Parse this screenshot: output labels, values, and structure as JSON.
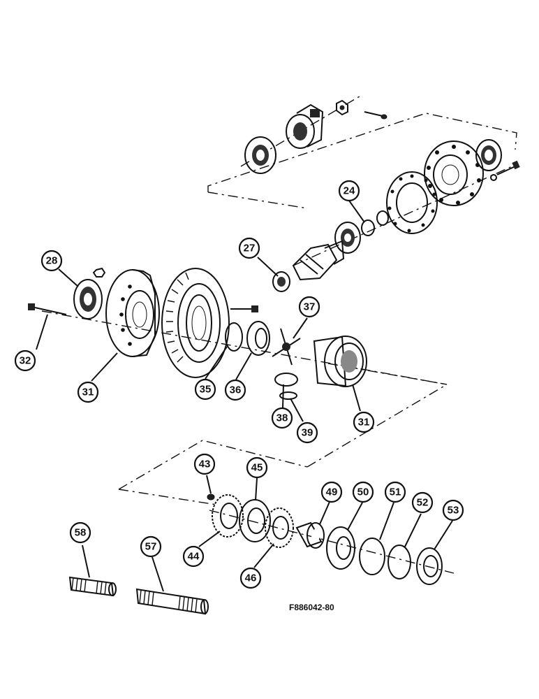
{
  "figure_reference": "F886042-80",
  "callouts": [
    {
      "id": "c24",
      "label": "24"
    },
    {
      "id": "c27",
      "label": "27"
    },
    {
      "id": "c28",
      "label": "28"
    },
    {
      "id": "c32",
      "label": "32"
    },
    {
      "id": "c31a",
      "label": "31"
    },
    {
      "id": "c35",
      "label": "35"
    },
    {
      "id": "c36",
      "label": "36"
    },
    {
      "id": "c37",
      "label": "37"
    },
    {
      "id": "c38",
      "label": "38"
    },
    {
      "id": "c39",
      "label": "39"
    },
    {
      "id": "c31b",
      "label": "31"
    },
    {
      "id": "c43",
      "label": "43"
    },
    {
      "id": "c45",
      "label": "45"
    },
    {
      "id": "c49",
      "label": "49"
    },
    {
      "id": "c50",
      "label": "50"
    },
    {
      "id": "c51",
      "label": "51"
    },
    {
      "id": "c52",
      "label": "52"
    },
    {
      "id": "c53",
      "label": "53"
    },
    {
      "id": "c44",
      "label": "44"
    },
    {
      "id": "c46",
      "label": "46"
    },
    {
      "id": "c58",
      "label": "58"
    },
    {
      "id": "c57",
      "label": "57"
    }
  ]
}
